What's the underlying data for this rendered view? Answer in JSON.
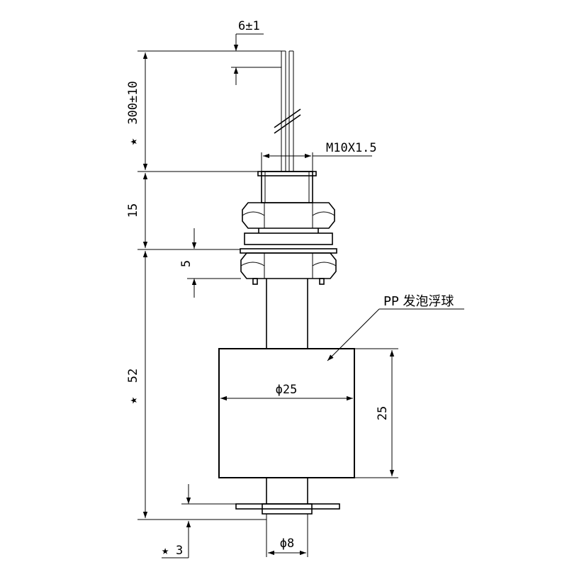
{
  "dimensions": {
    "wire_gap": "6±1",
    "cable_length": "300±10",
    "thread": "M10X1.5",
    "thread_length": "15",
    "nut_thickness": "5",
    "stem_length": "52",
    "float_diameter": "ϕ25",
    "float_height": "25",
    "stop_diameter": "ϕ8",
    "bottom_offset": "3"
  },
  "callouts": {
    "float_material": "PP 发泡浮球"
  },
  "markers": {
    "critical_dimension": "★"
  }
}
